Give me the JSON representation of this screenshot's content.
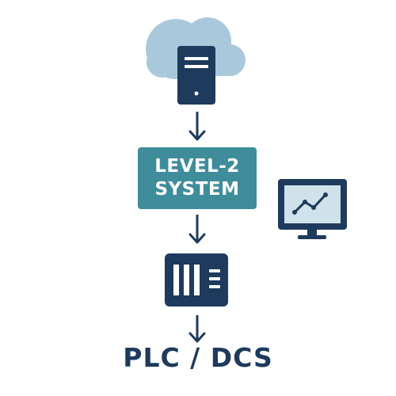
{
  "diagram": {
    "level2_line1": "LEVEL-2",
    "level2_line2": "SYSTEM",
    "bottom_label": "PLC / DCS"
  },
  "icons": {
    "cloud": "cloud-icon",
    "server": "server-icon",
    "monitor": "monitor-chart-icon",
    "controller": "plc-rack-icon",
    "arrow": "arrow-down-icon"
  },
  "colors": {
    "navy": "#1e3a5c",
    "teal": "#3f8c9b",
    "cloud": "#a9c8dc",
    "screen": "#cfe1ea",
    "white": "#ffffff"
  }
}
